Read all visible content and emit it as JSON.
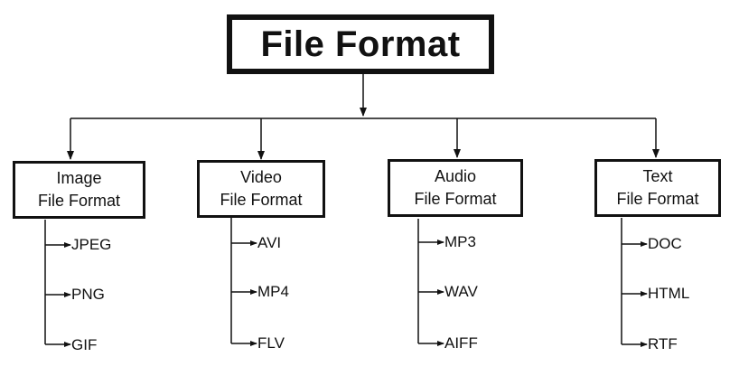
{
  "root": {
    "title": "File Format"
  },
  "categories": [
    {
      "line1": "Image",
      "line2": "File Format",
      "items": [
        "JPEG",
        "PNG",
        "GIF"
      ]
    },
    {
      "line1": "Video",
      "line2": "File Format",
      "items": [
        "AVI",
        "MP4",
        "FLV"
      ]
    },
    {
      "line1": "Audio",
      "line2": "File Format",
      "items": [
        "MP3",
        "WAV",
        "AIFF"
      ]
    },
    {
      "line1": "Text",
      "line2": "File Format",
      "items": [
        "DOC",
        "HTML",
        "RTF"
      ]
    }
  ]
}
